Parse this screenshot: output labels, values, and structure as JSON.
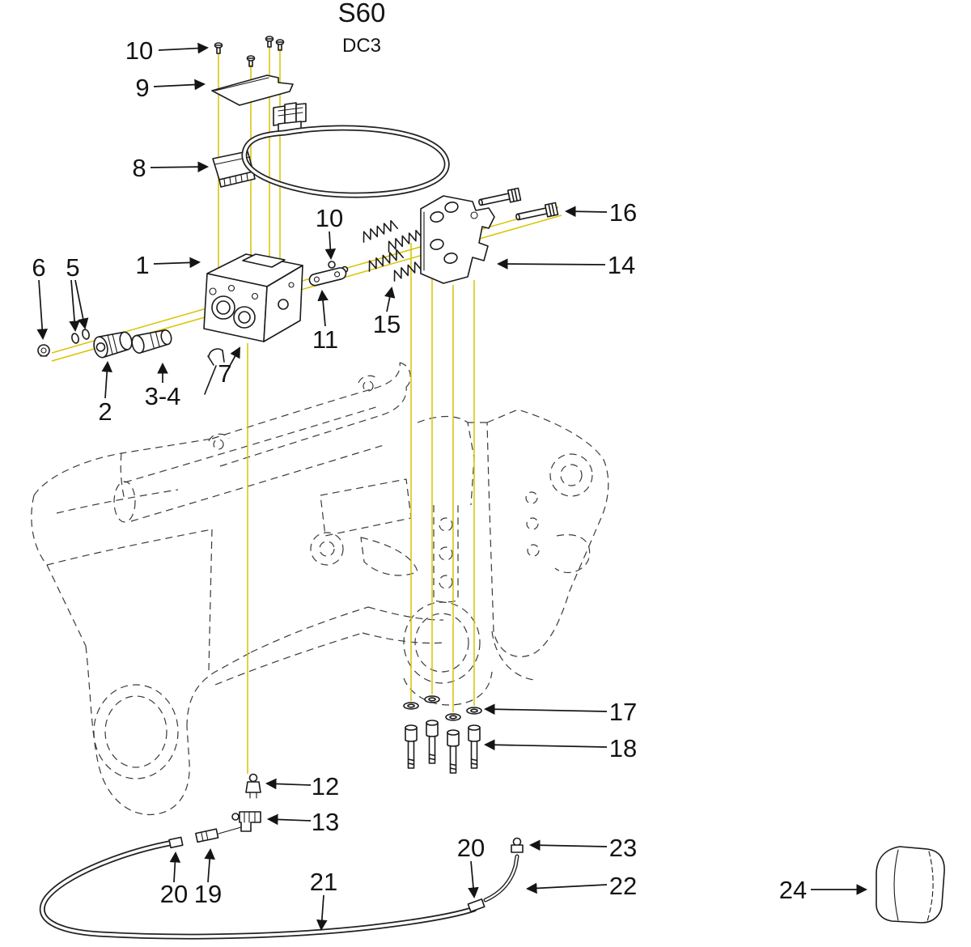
{
  "drawing": {
    "title": "S60",
    "subtitle": "DC3"
  },
  "colors": {
    "leader_line": "#d9c300",
    "drawing_line": "#1a1a1a",
    "background": "#ffffff"
  },
  "callouts": [
    {
      "label": "10"
    },
    {
      "label": "9"
    },
    {
      "label": "8"
    },
    {
      "label": "1"
    },
    {
      "label": "6"
    },
    {
      "label": "5"
    },
    {
      "label": "2"
    },
    {
      "label": "3-4"
    },
    {
      "label": "7"
    },
    {
      "label": "10"
    },
    {
      "label": "11"
    },
    {
      "label": "15"
    },
    {
      "label": "16"
    },
    {
      "label": "14"
    },
    {
      "label": "17"
    },
    {
      "label": "18"
    },
    {
      "label": "12"
    },
    {
      "label": "13"
    },
    {
      "label": "20"
    },
    {
      "label": "19"
    },
    {
      "label": "21"
    },
    {
      "label": "20"
    },
    {
      "label": "23"
    },
    {
      "label": "22"
    },
    {
      "label": "24"
    }
  ]
}
